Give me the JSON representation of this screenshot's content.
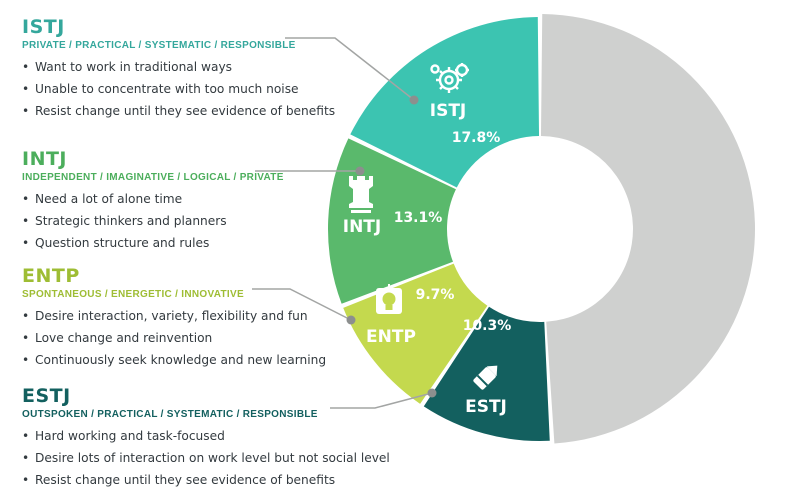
{
  "colors": {
    "istj": "#3cc4b1",
    "intj": "#5ab96c",
    "entp": "#c4d94e",
    "estj": "#13605f",
    "other": "#cfd0cf",
    "heading_istj": "#34a79c",
    "heading_intj": "#4cae5c",
    "heading_entp": "#9ebd34",
    "heading_estj": "#13605f",
    "leader": "#a3a5a4",
    "leader_dot": "#8c8f8e"
  },
  "chart_data": {
    "type": "pie",
    "donut": true,
    "slices": [
      {
        "label": "ISTJ",
        "value": 17.8,
        "value_label": "17.8%",
        "color": "#3cc4b1"
      },
      {
        "label": "INTJ",
        "value": 13.1,
        "value_label": "13.1%",
        "color": "#5ab96c"
      },
      {
        "label": "ENTP",
        "value": 9.7,
        "value_label": "9.7%",
        "color": "#c4d94e"
      },
      {
        "label": "ESTJ",
        "value": 10.3,
        "value_label": "10.3%",
        "color": "#13605f"
      },
      {
        "label": "",
        "value": 49.1,
        "value_label": "",
        "color": "#cfd0cf"
      }
    ]
  },
  "types": [
    {
      "key": "istj",
      "name": "ISTJ",
      "traits": "PRIVATE / PRACTICAL / SYSTEMATIC / RESPONSIBLE",
      "bullets": [
        "Want to work in traditional ways",
        "Unable to concentrate with too much noise",
        "Resist change until they see evidence of benefits"
      ],
      "icon": "gears-icon"
    },
    {
      "key": "intj",
      "name": "INTJ",
      "traits": "INDEPENDENT / IMAGINATIVE / LOGICAL / PRIVATE",
      "bullets": [
        "Need a lot of alone time",
        "Strategic thinkers and planners",
        "Question structure and rules"
      ],
      "icon": "chess-rook-icon"
    },
    {
      "key": "entp",
      "name": "ENTP",
      "traits": "SPONTANEOUS / ENERGETIC / INNOVATIVE",
      "bullets": [
        "Desire interaction, variety, flexibility and fun",
        "Love change and reinvention",
        "Continuously seek knowledge and new learning"
      ],
      "icon": "lightbulb-icon"
    },
    {
      "key": "estj",
      "name": "ESTJ",
      "traits": "OUTSPOKEN / PRACTICAL / SYSTEMATIC / RESPONSIBLE",
      "bullets": [
        "Hard working and task-focused",
        "Desire lots of interaction on work level but not social level",
        "Resist change until they see evidence of benefits"
      ],
      "icon": "pencil-icon"
    }
  ]
}
